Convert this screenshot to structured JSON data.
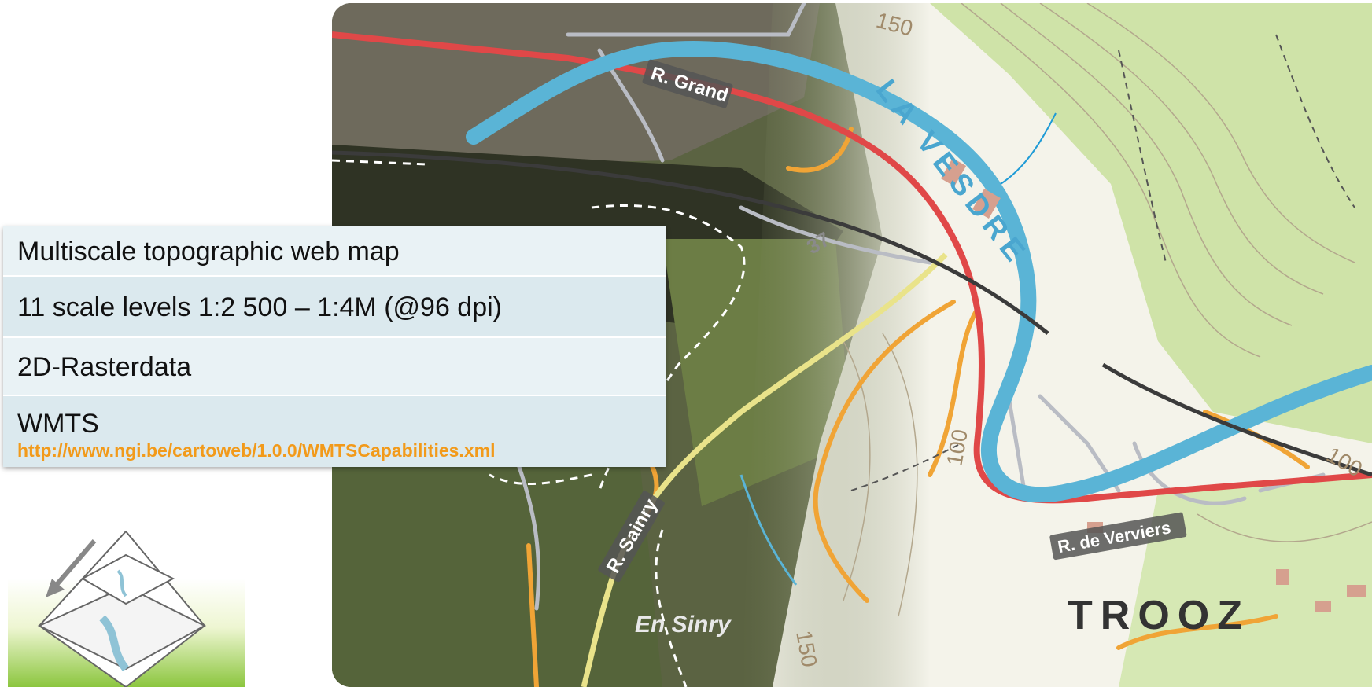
{
  "info_panel": {
    "title": "Multiscale topographic web map",
    "scale_levels": "11 scale levels 1:2 500 – 1:4M (@96 dpi)",
    "data_type": "2D-Rasterdata",
    "service": "WMTS",
    "url": "http://www.ngi.be/cartoweb/1.0.0/WMTSCapabilities.xml"
  },
  "map_labels": {
    "street_grand": "R. Grand",
    "river": "LA VESDRE",
    "road_number": "37",
    "street_sainry": "R. Sainry",
    "place_en_sinry": "En Sinry",
    "street_verviers": "R. de Verviers",
    "town": "TROOZ",
    "contour_150_top": "150",
    "contour_100_center": "100",
    "contour_100_right": "100",
    "contour_150_bottom": "150"
  },
  "colors": {
    "accent_orange": "#f29a1a",
    "river_blue": "#5ab4d6",
    "main_road_red": "#e04848",
    "topo_green": "#cfe3a8"
  },
  "icons": {
    "logo": "pyramid-layers-icon"
  }
}
